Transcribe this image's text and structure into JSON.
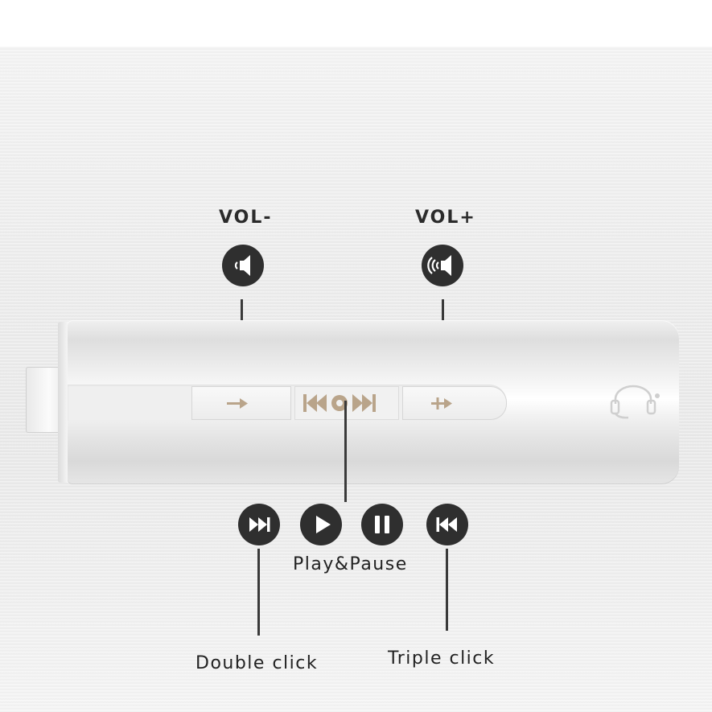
{
  "labels": {
    "vol_minus": "VOL-",
    "vol_plus": "VOL+",
    "play_pause": "Play&Pause",
    "double_click": "Double click",
    "triple_click": "Triple click"
  },
  "icons": {
    "vol_minus": "speaker-low-icon",
    "vol_plus": "speaker-loud-icon",
    "next": "skip-next-icon",
    "play": "play-icon",
    "pause": "pause-icon",
    "previous": "skip-previous-icon",
    "headset": "headset-icon"
  },
  "colors": {
    "icon_circle": "#2f2f2f",
    "button_glyph": "#b9a48a",
    "text": "#2b2b2b"
  }
}
